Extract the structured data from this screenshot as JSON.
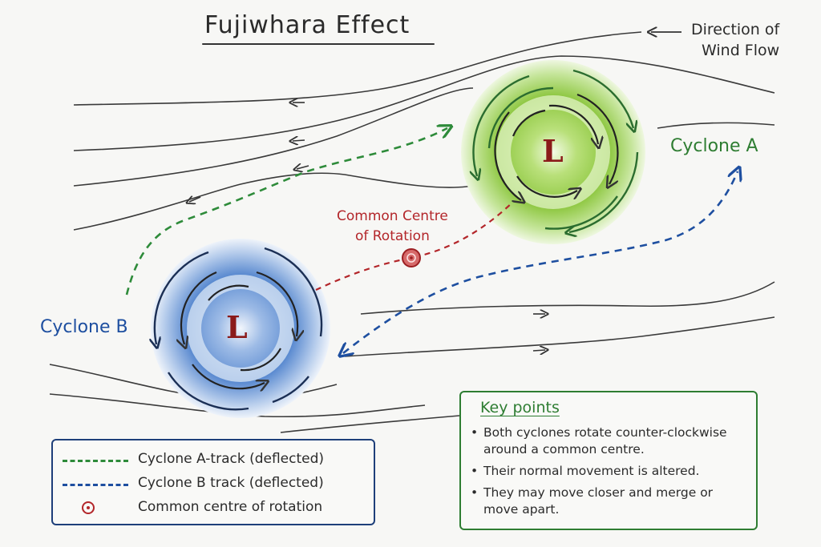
{
  "title": "Fujiwhara Effect",
  "wind_flow": {
    "line1": "Direction of",
    "line2": "Wind Flow"
  },
  "cyclone_a": {
    "label": "Cyclone A",
    "low_symbol": "L",
    "color": "#2e7d32"
  },
  "cyclone_b": {
    "label": "Cyclone B",
    "low_symbol": "L",
    "color": "#1e4fa0"
  },
  "common_centre": {
    "line1": "Common Centre",
    "line2": "of Rotation",
    "color": "#b3262a"
  },
  "legend": {
    "items": [
      {
        "label": "Cyclone A-track (deflected)",
        "symbol": "dashed-green-line"
      },
      {
        "label": "Cyclone B track (deflected)",
        "symbol": "dashed-blue-line"
      },
      {
        "label": "Common centre of rotation",
        "symbol": "red-dot-circle"
      }
    ]
  },
  "key_points": {
    "title": "Key points",
    "items": [
      "Both cyclones rotate counter-clockwise around a common centre.",
      "Their normal movement is altered.",
      "They may move closer and merge or move apart."
    ]
  }
}
